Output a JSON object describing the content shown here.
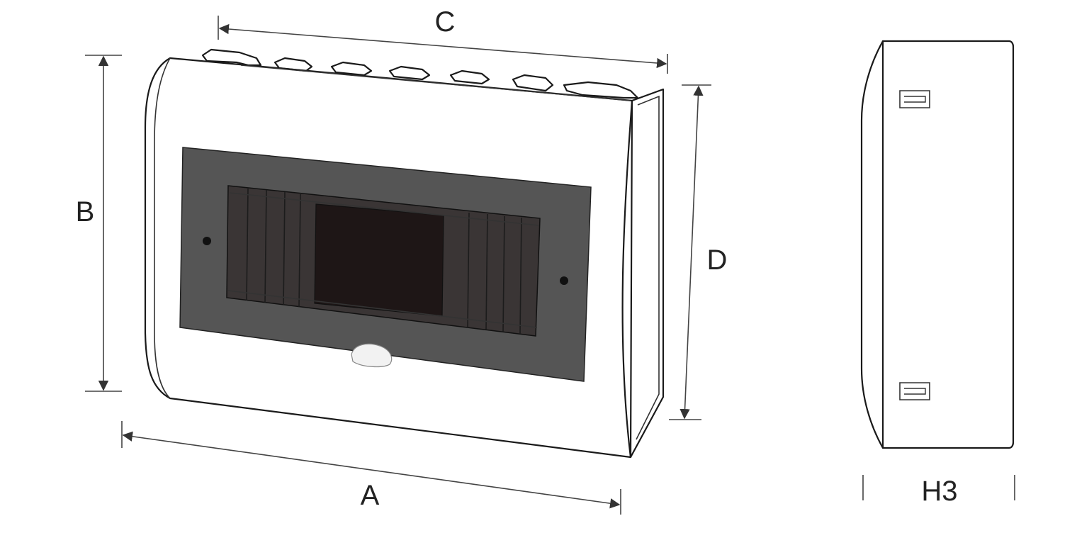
{
  "dimensions": {
    "A": "A",
    "B": "B",
    "C": "C",
    "D": "D",
    "H3": "H3"
  },
  "colors": {
    "window_frame": "#555555",
    "window_inner": "#1e1616",
    "window_louvre": "#3a3535",
    "outline": "#1a1a1a",
    "background": "#ffffff"
  }
}
